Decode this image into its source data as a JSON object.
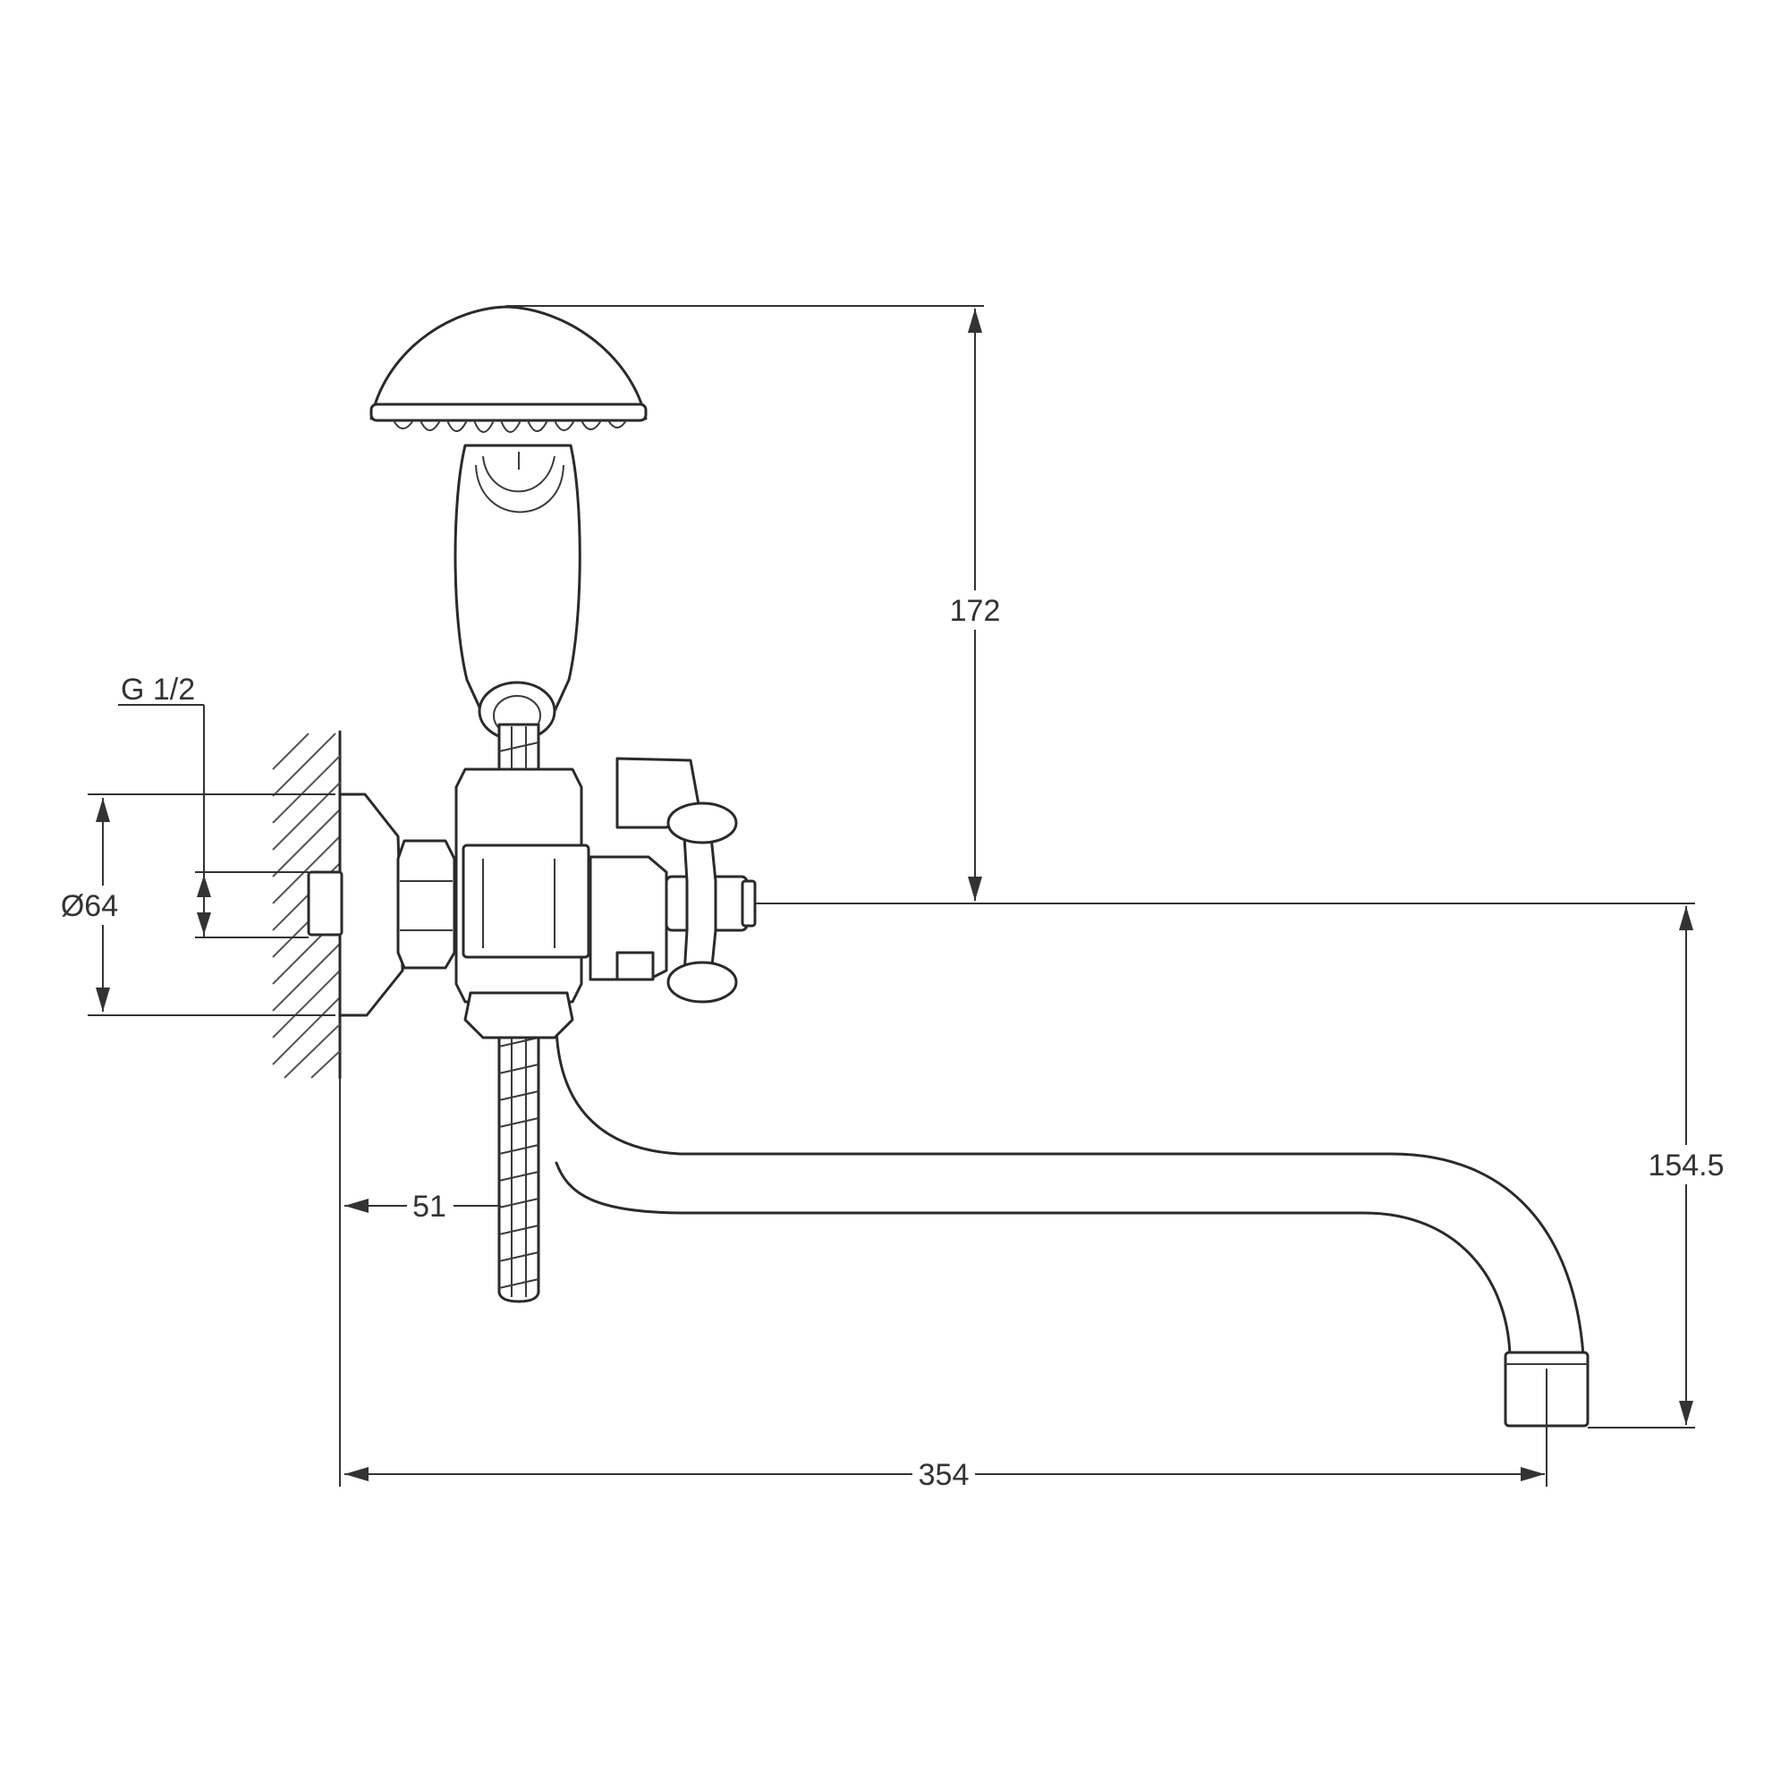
{
  "dimensions": {
    "thread": "G 1/2",
    "flange_diameter": "Ø64",
    "head_height": "172",
    "spout_drop": "154.5",
    "wall_offset": "51",
    "spout_reach": "354"
  }
}
